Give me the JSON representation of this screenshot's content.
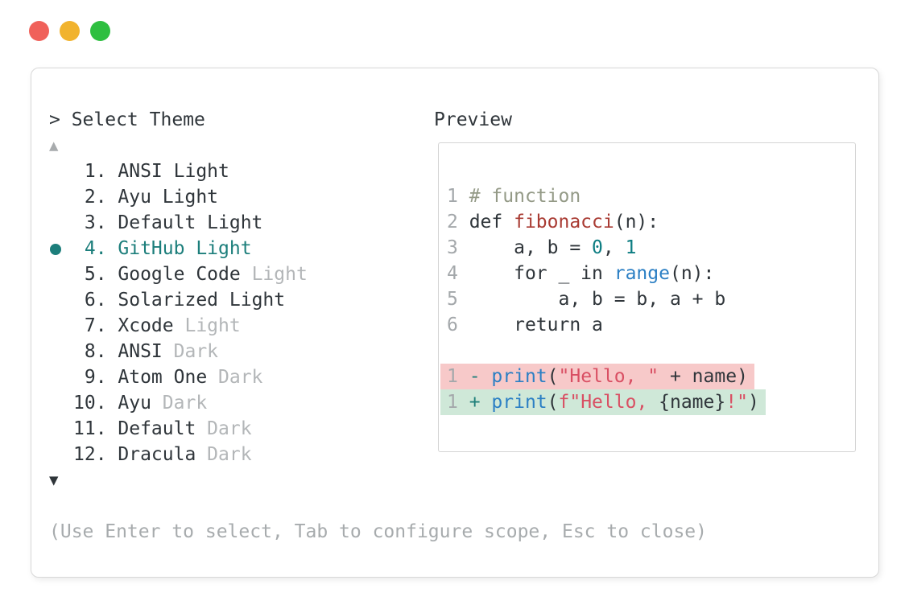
{
  "window": {
    "traffic_lights": {
      "red": "#f0615a",
      "yellow": "#f1b32e",
      "green": "#2ebf40"
    }
  },
  "selector": {
    "prompt": "> Select Theme",
    "scroll_up_icon": "▲",
    "scroll_down_icon": "▼",
    "items": [
      {
        "number": " 1.",
        "name": "ANSI",
        "suffix": "Light",
        "suffix_muted": false,
        "selected": false
      },
      {
        "number": " 2.",
        "name": "Ayu",
        "suffix": "Light",
        "suffix_muted": false,
        "selected": false
      },
      {
        "number": " 3.",
        "name": "Default",
        "suffix": "Light",
        "suffix_muted": false,
        "selected": false
      },
      {
        "number": " 4.",
        "name": "GitHub",
        "suffix": "Light",
        "suffix_muted": false,
        "selected": true
      },
      {
        "number": " 5.",
        "name": "Google Code",
        "suffix": "Light",
        "suffix_muted": true,
        "selected": false
      },
      {
        "number": " 6.",
        "name": "Solarized",
        "suffix": "Light",
        "suffix_muted": false,
        "selected": false
      },
      {
        "number": " 7.",
        "name": "Xcode",
        "suffix": "Light",
        "suffix_muted": true,
        "selected": false
      },
      {
        "number": " 8.",
        "name": "ANSI",
        "suffix": "Dark",
        "suffix_muted": true,
        "selected": false
      },
      {
        "number": " 9.",
        "name": "Atom One",
        "suffix": "Dark",
        "suffix_muted": true,
        "selected": false
      },
      {
        "number": "10.",
        "name": "Ayu",
        "suffix": "Dark",
        "suffix_muted": true,
        "selected": false
      },
      {
        "number": "11.",
        "name": "Default",
        "suffix": "Dark",
        "suffix_muted": true,
        "selected": false
      },
      {
        "number": "12.",
        "name": "Dracula",
        "suffix": "Dark",
        "suffix_muted": true,
        "selected": false
      }
    ],
    "hint": "(Use Enter to select, Tab to configure scope, Esc to close)"
  },
  "preview": {
    "title": "Preview",
    "code_lines": [
      {
        "num": "1",
        "diff": null,
        "tokens": [
          {
            "t": "# function",
            "c": "comment"
          }
        ]
      },
      {
        "num": "2",
        "diff": null,
        "tokens": [
          {
            "t": "def ",
            "c": "text"
          },
          {
            "t": "fibonacci",
            "c": "func"
          },
          {
            "t": "(n):",
            "c": "text"
          }
        ]
      },
      {
        "num": "3",
        "diff": null,
        "tokens": [
          {
            "t": "    a, b = ",
            "c": "text"
          },
          {
            "t": "0",
            "c": "num"
          },
          {
            "t": ", ",
            "c": "text"
          },
          {
            "t": "1",
            "c": "num"
          }
        ]
      },
      {
        "num": "4",
        "diff": null,
        "tokens": [
          {
            "t": "    for _ in ",
            "c": "text"
          },
          {
            "t": "range",
            "c": "builtin"
          },
          {
            "t": "(n):",
            "c": "text"
          }
        ]
      },
      {
        "num": "5",
        "diff": null,
        "tokens": [
          {
            "t": "        a, b = b, a + b",
            "c": "text"
          }
        ]
      },
      {
        "num": "6",
        "diff": null,
        "tokens": [
          {
            "t": "    return a",
            "c": "text"
          }
        ]
      },
      {
        "num": "",
        "diff": null,
        "tokens": []
      },
      {
        "num": "1",
        "diff": "removed",
        "tokens": [
          {
            "t": "- ",
            "c": "teal"
          },
          {
            "t": "print",
            "c": "builtin"
          },
          {
            "t": "(",
            "c": "text"
          },
          {
            "t": "\"Hello, \"",
            "c": "string"
          },
          {
            "t": " + name)",
            "c": "text"
          }
        ]
      },
      {
        "num": "1",
        "diff": "added",
        "tokens": [
          {
            "t": "+ ",
            "c": "teal"
          },
          {
            "t": "print",
            "c": "builtin"
          },
          {
            "t": "(",
            "c": "text"
          },
          {
            "t": "f\"Hello, ",
            "c": "string"
          },
          {
            "t": "{name}",
            "c": "text"
          },
          {
            "t": "!\"",
            "c": "string"
          },
          {
            "t": ")",
            "c": "text"
          }
        ]
      }
    ]
  },
  "colors": {
    "accent_teal": "#1c7e7b",
    "text_dark": "#2f353a",
    "text_muted": "#b3b6b8",
    "line_number": "#a4a8ab",
    "diff_removed_bg": "#f7c9c9",
    "diff_added_bg": "#cfe8d8",
    "string_red": "#d94f63",
    "builtin_blue": "#2b7fc4",
    "function_red": "#a93b33",
    "number_teal": "#0d7d82",
    "comment_olive": "#949a87"
  }
}
